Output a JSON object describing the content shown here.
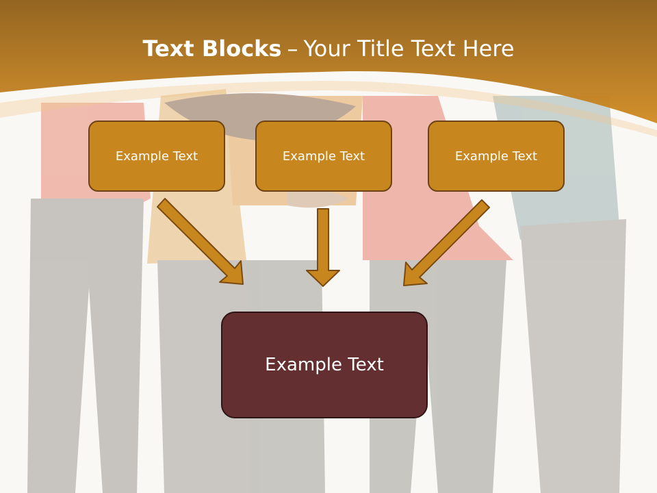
{
  "title": {
    "bold_part": "Text Blocks",
    "separator": "–",
    "rest": "Your Title Text Here"
  },
  "boxes": {
    "top": [
      "Example Text",
      "Example Text",
      "Example Text"
    ],
    "bottom": "Example Text"
  },
  "colors": {
    "header_orange": "#c8861e",
    "top_box_fill": "#c8861e",
    "top_box_border": "#6b4212",
    "bottom_box_fill": "#642f30",
    "arrow_fill": "#c8861e",
    "background": "#faf8f4"
  }
}
